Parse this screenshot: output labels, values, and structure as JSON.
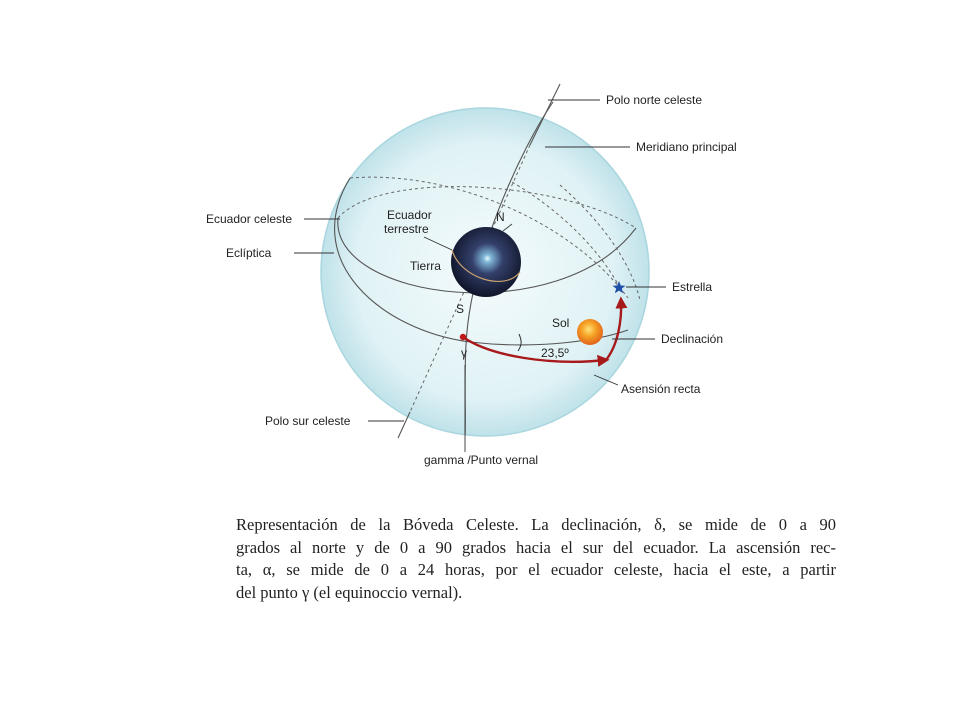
{
  "diagram": {
    "labels": {
      "polo_norte": "Polo norte celeste",
      "meridiano": "Meridiano principal",
      "ecuador_celeste": "Ecuador celeste",
      "ecliptica": "Eclíptica",
      "ecuador_terrestre_1": "Ecuador",
      "ecuador_terrestre_2": "terrestre",
      "norte": "N",
      "tierra": "Tierra",
      "sur": "S",
      "estrella": "Estrella",
      "sol": "Sol",
      "declinacion": "Declinación",
      "angulo": "23,5º",
      "gamma": "γ",
      "asension": "Asensión recta",
      "polo_sur": "Polo sur celeste",
      "punto_vernal": "gamma /Punto vernal"
    },
    "colors": {
      "sphere_edge": "#bfe3ea",
      "sphere_fill": "#d8eef2",
      "earth": "#1c2340",
      "sun": "#f08a1c",
      "star": "#1f4fa6",
      "arrow": "#a8191b",
      "vernal_point": "#c0161a"
    }
  },
  "caption": {
    "line1": "Representación de la Bóveda Celeste. La declinación, δ, se mide de 0 a 90",
    "line2": "grados al norte y de 0 a 90 grados hacia el sur del ecuador. La ascensión rec-",
    "line3": "ta, α, se mide de 0 a 24 horas, por el ecuador celeste,  hacia el este, a partir",
    "line4": "del punto γ (el equinoccio vernal)."
  }
}
